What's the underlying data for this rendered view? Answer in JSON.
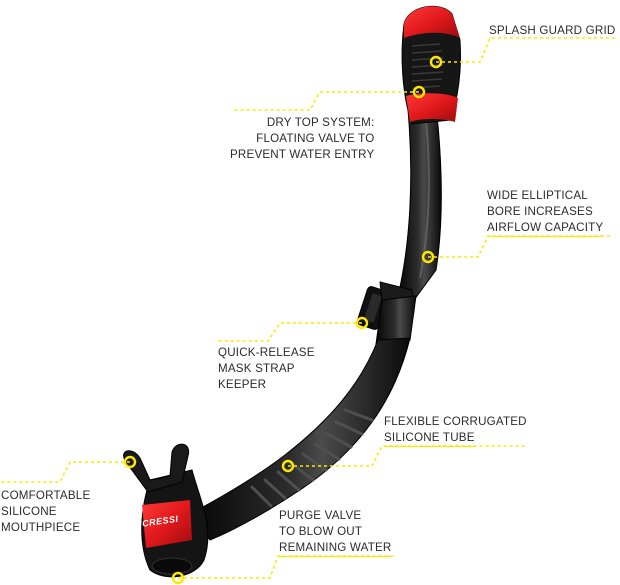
{
  "colors": {
    "accent_yellow": "#ffe800",
    "snorkel_black": "#151515",
    "snorkel_red": "#e1191c",
    "text": "#2b2b2b"
  },
  "brand": "CRESSI",
  "callouts": {
    "splash_guard": {
      "lines": [
        "SPLASH GUARD GRID"
      ]
    },
    "dry_top": {
      "lines": [
        "DRY TOP SYSTEM:",
        "FLOATING VALVE TO",
        "PREVENT WATER ENTRY"
      ]
    },
    "bore": {
      "lines": [
        "WIDE ELLIPTICAL",
        "BORE INCREASES",
        "AIRFLOW CAPACITY"
      ]
    },
    "strap_keeper": {
      "lines": [
        "QUICK-RELEASE",
        "MASK STRAP",
        "KEEPER"
      ]
    },
    "tube": {
      "lines": [
        "FLEXIBLE CORRUGATED",
        "SILICONE TUBE"
      ]
    },
    "mouthpiece": {
      "lines": [
        "COMFORTABLE",
        "SILICONE",
        "MOUTHPIECE"
      ]
    },
    "purge": {
      "lines": [
        "PURGE VALVE",
        "TO BLOW OUT",
        "REMAINING WATER"
      ]
    }
  }
}
